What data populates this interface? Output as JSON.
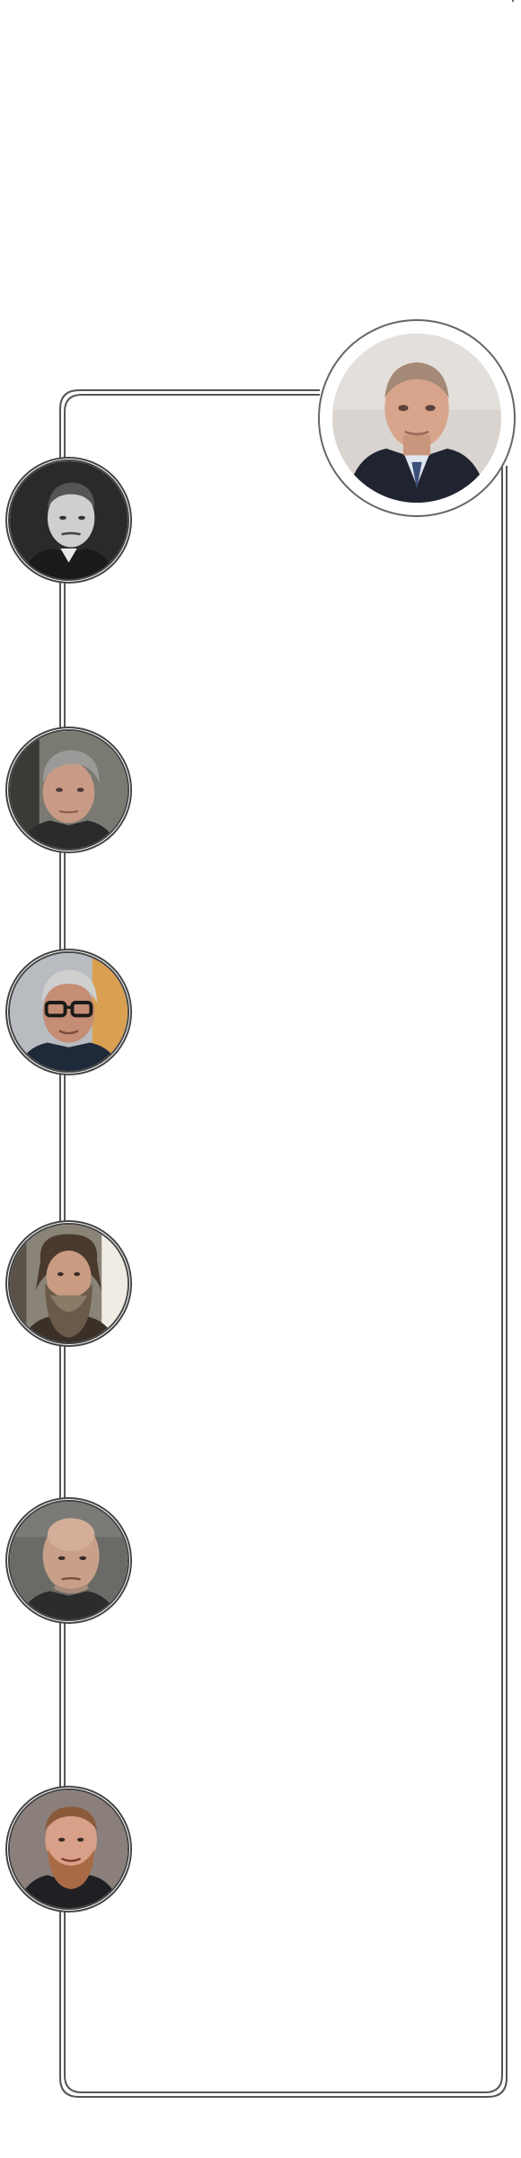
{
  "diagram": {
    "type": "hub-and-spoke-portrait-tree",
    "hub": {
      "icon": "portrait-man-suit-blue-tie",
      "colors": {
        "background": "#d9d4cf",
        "suit": "#1f2430",
        "skin": "#d8a58c",
        "hair": "#a48a76"
      }
    },
    "nodes": [
      {
        "icon": "portrait-man-vintage-bw",
        "colors": {
          "background": "#2a2a2a",
          "skin": "#cfcfcf",
          "hair": "#555555",
          "suit": "#1a1a1a"
        }
      },
      {
        "icon": "portrait-man-gray-hair",
        "colors": {
          "background": "#7a7a72",
          "skin": "#c99a85",
          "hair": "#9c9a98",
          "suit": "#2b2b2b"
        }
      },
      {
        "icon": "portrait-man-glasses",
        "colors": {
          "background": "#b8bcc0",
          "skin": "#c48d74",
          "hair": "#cfcfcf",
          "suit": "#1e2a3a"
        }
      },
      {
        "icon": "portrait-man-long-beard",
        "colors": {
          "background": "#8a8478",
          "skin": "#c99c82",
          "hair": "#4a3a2e",
          "suit": "#3a3028"
        }
      },
      {
        "icon": "portrait-man-bald",
        "colors": {
          "background": "#6a6a66",
          "skin": "#c8a08a",
          "hair": "#c8a08a",
          "suit": "#2c2c2c"
        }
      },
      {
        "icon": "portrait-man-red-beard",
        "colors": {
          "background": "#8a7f7a",
          "skin": "#d8a088",
          "hair": "#8b5a3a",
          "suit": "#1f1f24"
        }
      }
    ],
    "connector_color": "#555555"
  }
}
